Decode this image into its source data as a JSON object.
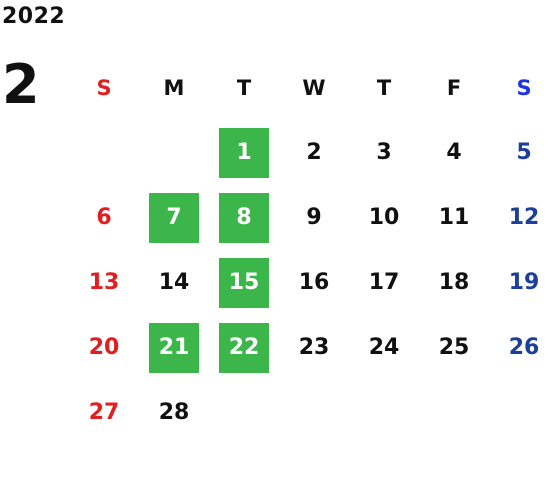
{
  "year": "2022",
  "month": "2",
  "weekdays": [
    "S",
    "M",
    "T",
    "W",
    "T",
    "F",
    "S"
  ],
  "days": [
    [
      "",
      "",
      "1",
      "2",
      "3",
      "4",
      "5"
    ],
    [
      "6",
      "7",
      "8",
      "9",
      "10",
      "11",
      "12"
    ],
    [
      "13",
      "14",
      "15",
      "16",
      "17",
      "18",
      "19"
    ],
    [
      "20",
      "21",
      "22",
      "23",
      "24",
      "25",
      "26"
    ],
    [
      "27",
      "28",
      "",
      "",
      "",
      "",
      ""
    ]
  ],
  "highlighted_dates": [
    "1",
    "7",
    "8",
    "15",
    "21",
    "22"
  ],
  "colors": {
    "sunday": "#e02020",
    "saturday": "#1b3f9a",
    "saturday_header": "#1f35e0",
    "highlight": "#3cb54a"
  }
}
